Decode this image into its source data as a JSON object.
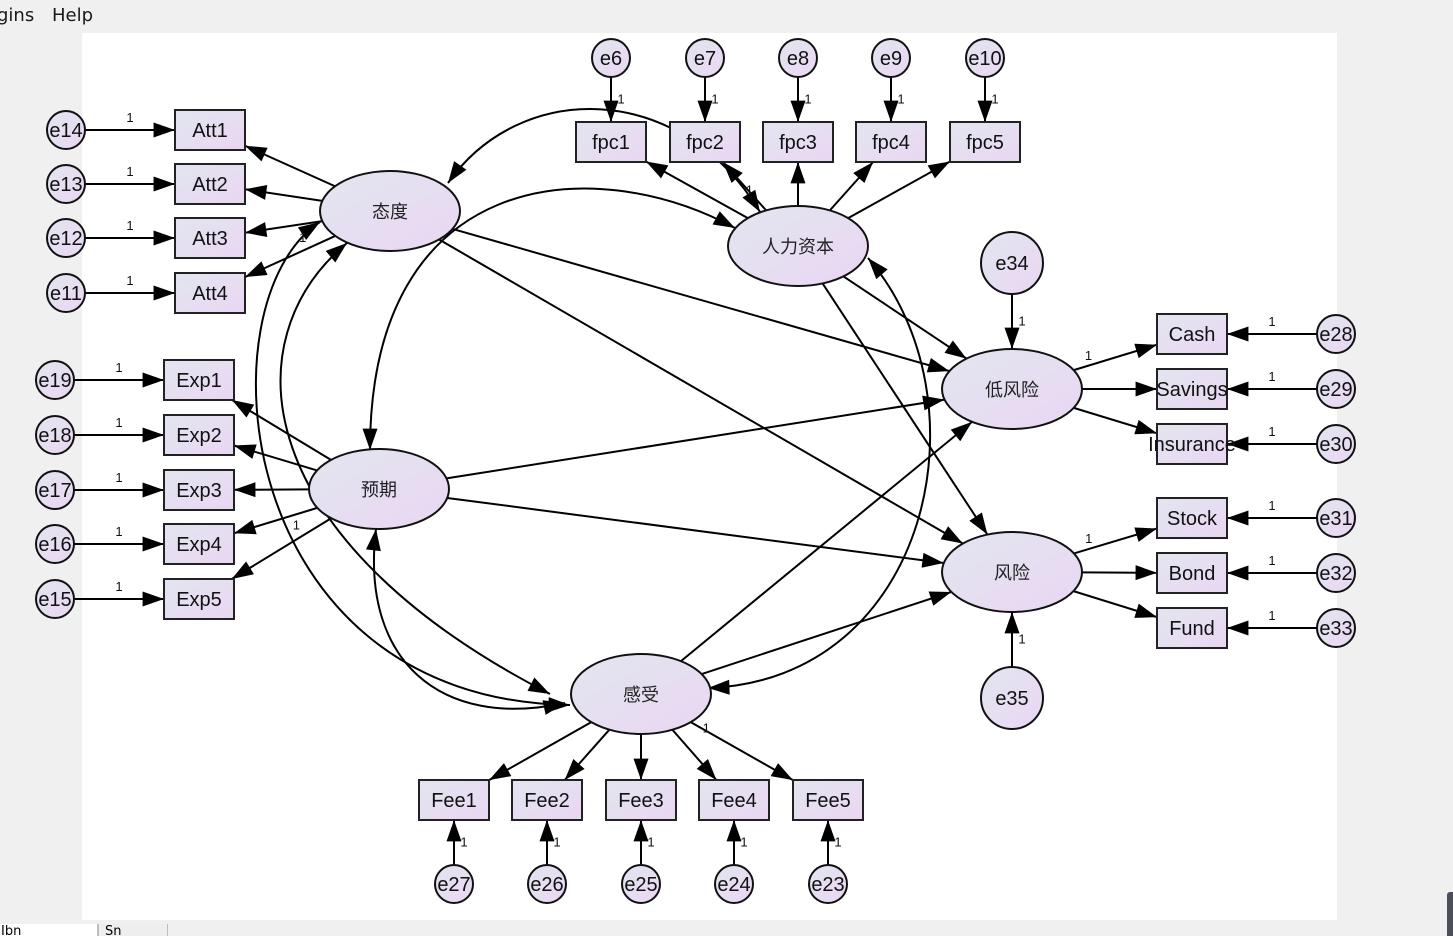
{
  "menu": {
    "items": [
      {
        "label": "gins"
      },
      {
        "label": "Help"
      }
    ]
  },
  "tabs": [
    {
      "label": "Ibn",
      "active": true
    },
    {
      "label": "Sn",
      "active": false
    }
  ],
  "colors": {
    "node_fill_start": "#e2e6ef",
    "node_fill_end": "#ead6f3",
    "stroke": "#111111",
    "canvas": "#ffffff",
    "chrome": "#f0f0f0"
  },
  "latents": [
    {
      "id": "att",
      "label": "态度"
    },
    {
      "id": "hc",
      "label": "人力资本"
    },
    {
      "id": "exp",
      "label": "预期"
    },
    {
      "id": "fee",
      "label": "感受"
    },
    {
      "id": "low",
      "label": "低风险"
    },
    {
      "id": "risk",
      "label": "风险"
    }
  ],
  "observed": [
    {
      "id": "Att1",
      "label": "Att1"
    },
    {
      "id": "Att2",
      "label": "Att2"
    },
    {
      "id": "Att3",
      "label": "Att3"
    },
    {
      "id": "Att4",
      "label": "Att4"
    },
    {
      "id": "Exp1",
      "label": "Exp1"
    },
    {
      "id": "Exp2",
      "label": "Exp2"
    },
    {
      "id": "Exp3",
      "label": "Exp3"
    },
    {
      "id": "Exp4",
      "label": "Exp4"
    },
    {
      "id": "Exp5",
      "label": "Exp5"
    },
    {
      "id": "fpc1",
      "label": "fpc1"
    },
    {
      "id": "fpc2",
      "label": "fpc2"
    },
    {
      "id": "fpc3",
      "label": "fpc3"
    },
    {
      "id": "fpc4",
      "label": "fpc4"
    },
    {
      "id": "fpc5",
      "label": "fpc5"
    },
    {
      "id": "Fee1",
      "label": "Fee1"
    },
    {
      "id": "Fee2",
      "label": "Fee2"
    },
    {
      "id": "Fee3",
      "label": "Fee3"
    },
    {
      "id": "Fee4",
      "label": "Fee4"
    },
    {
      "id": "Fee5",
      "label": "Fee5"
    },
    {
      "id": "Cash",
      "label": "Cash"
    },
    {
      "id": "Savings",
      "label": "Savings"
    },
    {
      "id": "Insurance",
      "label": "Insurance"
    },
    {
      "id": "Stock",
      "label": "Stock"
    },
    {
      "id": "Bond",
      "label": "Bond"
    },
    {
      "id": "Fund",
      "label": "Fund"
    }
  ],
  "errors": [
    {
      "id": "e6",
      "label": "e6"
    },
    {
      "id": "e7",
      "label": "e7"
    },
    {
      "id": "e8",
      "label": "e8"
    },
    {
      "id": "e9",
      "label": "e9"
    },
    {
      "id": "e10",
      "label": "e10"
    },
    {
      "id": "e11",
      "label": "e11"
    },
    {
      "id": "e12",
      "label": "e12"
    },
    {
      "id": "e13",
      "label": "e13"
    },
    {
      "id": "e14",
      "label": "e14"
    },
    {
      "id": "e15",
      "label": "e15"
    },
    {
      "id": "e16",
      "label": "e16"
    },
    {
      "id": "e17",
      "label": "e17"
    },
    {
      "id": "e18",
      "label": "e18"
    },
    {
      "id": "e19",
      "label": "e19"
    },
    {
      "id": "e23",
      "label": "e23"
    },
    {
      "id": "e24",
      "label": "e24"
    },
    {
      "id": "e25",
      "label": "e25"
    },
    {
      "id": "e26",
      "label": "e26"
    },
    {
      "id": "e27",
      "label": "e27"
    },
    {
      "id": "e28",
      "label": "e28"
    },
    {
      "id": "e29",
      "label": "e29"
    },
    {
      "id": "e30",
      "label": "e30"
    },
    {
      "id": "e31",
      "label": "e31"
    },
    {
      "id": "e32",
      "label": "e32"
    },
    {
      "id": "e33",
      "label": "e33"
    },
    {
      "id": "e34",
      "label": "e34"
    },
    {
      "id": "e35",
      "label": "e35"
    }
  ],
  "paths": [
    {
      "from": "e14",
      "to": "Att1",
      "weight": "1"
    },
    {
      "from": "e13",
      "to": "Att2",
      "weight": "1"
    },
    {
      "from": "e12",
      "to": "Att3",
      "weight": "1"
    },
    {
      "from": "e11",
      "to": "Att4",
      "weight": "1"
    },
    {
      "from": "e19",
      "to": "Exp1",
      "weight": "1"
    },
    {
      "from": "e18",
      "to": "Exp2",
      "weight": "1"
    },
    {
      "from": "e17",
      "to": "Exp3",
      "weight": "1"
    },
    {
      "from": "e16",
      "to": "Exp4",
      "weight": "1"
    },
    {
      "from": "e15",
      "to": "Exp5",
      "weight": "1"
    },
    {
      "from": "e6",
      "to": "fpc1",
      "weight": "1"
    },
    {
      "from": "e7",
      "to": "fpc2",
      "weight": "1"
    },
    {
      "from": "e8",
      "to": "fpc3",
      "weight": "1"
    },
    {
      "from": "e9",
      "to": "fpc4",
      "weight": "1"
    },
    {
      "from": "e10",
      "to": "fpc5",
      "weight": "1"
    },
    {
      "from": "e27",
      "to": "Fee1",
      "weight": "1"
    },
    {
      "from": "e26",
      "to": "Fee2",
      "weight": "1"
    },
    {
      "from": "e25",
      "to": "Fee3",
      "weight": "1"
    },
    {
      "from": "e24",
      "to": "Fee4",
      "weight": "1"
    },
    {
      "from": "e23",
      "to": "Fee5",
      "weight": "1"
    },
    {
      "from": "e28",
      "to": "Cash",
      "weight": "1"
    },
    {
      "from": "e29",
      "to": "Savings",
      "weight": "1"
    },
    {
      "from": "e30",
      "to": "Insurance",
      "weight": "1"
    },
    {
      "from": "e31",
      "to": "Stock",
      "weight": "1"
    },
    {
      "from": "e32",
      "to": "Bond",
      "weight": "1"
    },
    {
      "from": "e33",
      "to": "Fund",
      "weight": "1"
    },
    {
      "from": "e34",
      "to": "low",
      "weight": "1"
    },
    {
      "from": "e35",
      "to": "risk",
      "weight": "1"
    },
    {
      "from": "att",
      "to": "Att1"
    },
    {
      "from": "att",
      "to": "Att2"
    },
    {
      "from": "att",
      "to": "Att3"
    },
    {
      "from": "att",
      "to": "Att4",
      "weight": "1"
    },
    {
      "from": "exp",
      "to": "Exp1"
    },
    {
      "from": "exp",
      "to": "Exp2"
    },
    {
      "from": "exp",
      "to": "Exp3"
    },
    {
      "from": "exp",
      "to": "Exp4"
    },
    {
      "from": "exp",
      "to": "Exp5",
      "weight": "1"
    },
    {
      "from": "hc",
      "to": "fpc1"
    },
    {
      "from": "hc",
      "to": "fpc2",
      "weight": "1"
    },
    {
      "from": "hc",
      "to": "fpc3"
    },
    {
      "from": "hc",
      "to": "fpc4"
    },
    {
      "from": "hc",
      "to": "fpc5"
    },
    {
      "from": "fee",
      "to": "Fee1"
    },
    {
      "from": "fee",
      "to": "Fee2"
    },
    {
      "from": "fee",
      "to": "Fee3"
    },
    {
      "from": "fee",
      "to": "Fee4"
    },
    {
      "from": "fee",
      "to": "Fee5",
      "weight": "1"
    },
    {
      "from": "low",
      "to": "Cash",
      "weight": "1"
    },
    {
      "from": "low",
      "to": "Savings"
    },
    {
      "from": "low",
      "to": "Insurance"
    },
    {
      "from": "risk",
      "to": "Stock",
      "weight": "1"
    },
    {
      "from": "risk",
      "to": "Bond"
    },
    {
      "from": "risk",
      "to": "Fund"
    },
    {
      "from": "att",
      "to": "low"
    },
    {
      "from": "att",
      "to": "risk"
    },
    {
      "from": "exp",
      "to": "low"
    },
    {
      "from": "exp",
      "to": "risk"
    },
    {
      "from": "hc",
      "to": "low"
    },
    {
      "from": "hc",
      "to": "risk"
    },
    {
      "from": "fee",
      "to": "low"
    },
    {
      "from": "fee",
      "to": "risk"
    }
  ],
  "covariances": [
    {
      "a": "att",
      "b": "hc"
    },
    {
      "a": "att",
      "b": "exp"
    },
    {
      "a": "att",
      "b": "fee"
    },
    {
      "a": "hc",
      "b": "exp"
    },
    {
      "a": "hc",
      "b": "fee"
    },
    {
      "a": "exp",
      "b": "fee"
    }
  ]
}
